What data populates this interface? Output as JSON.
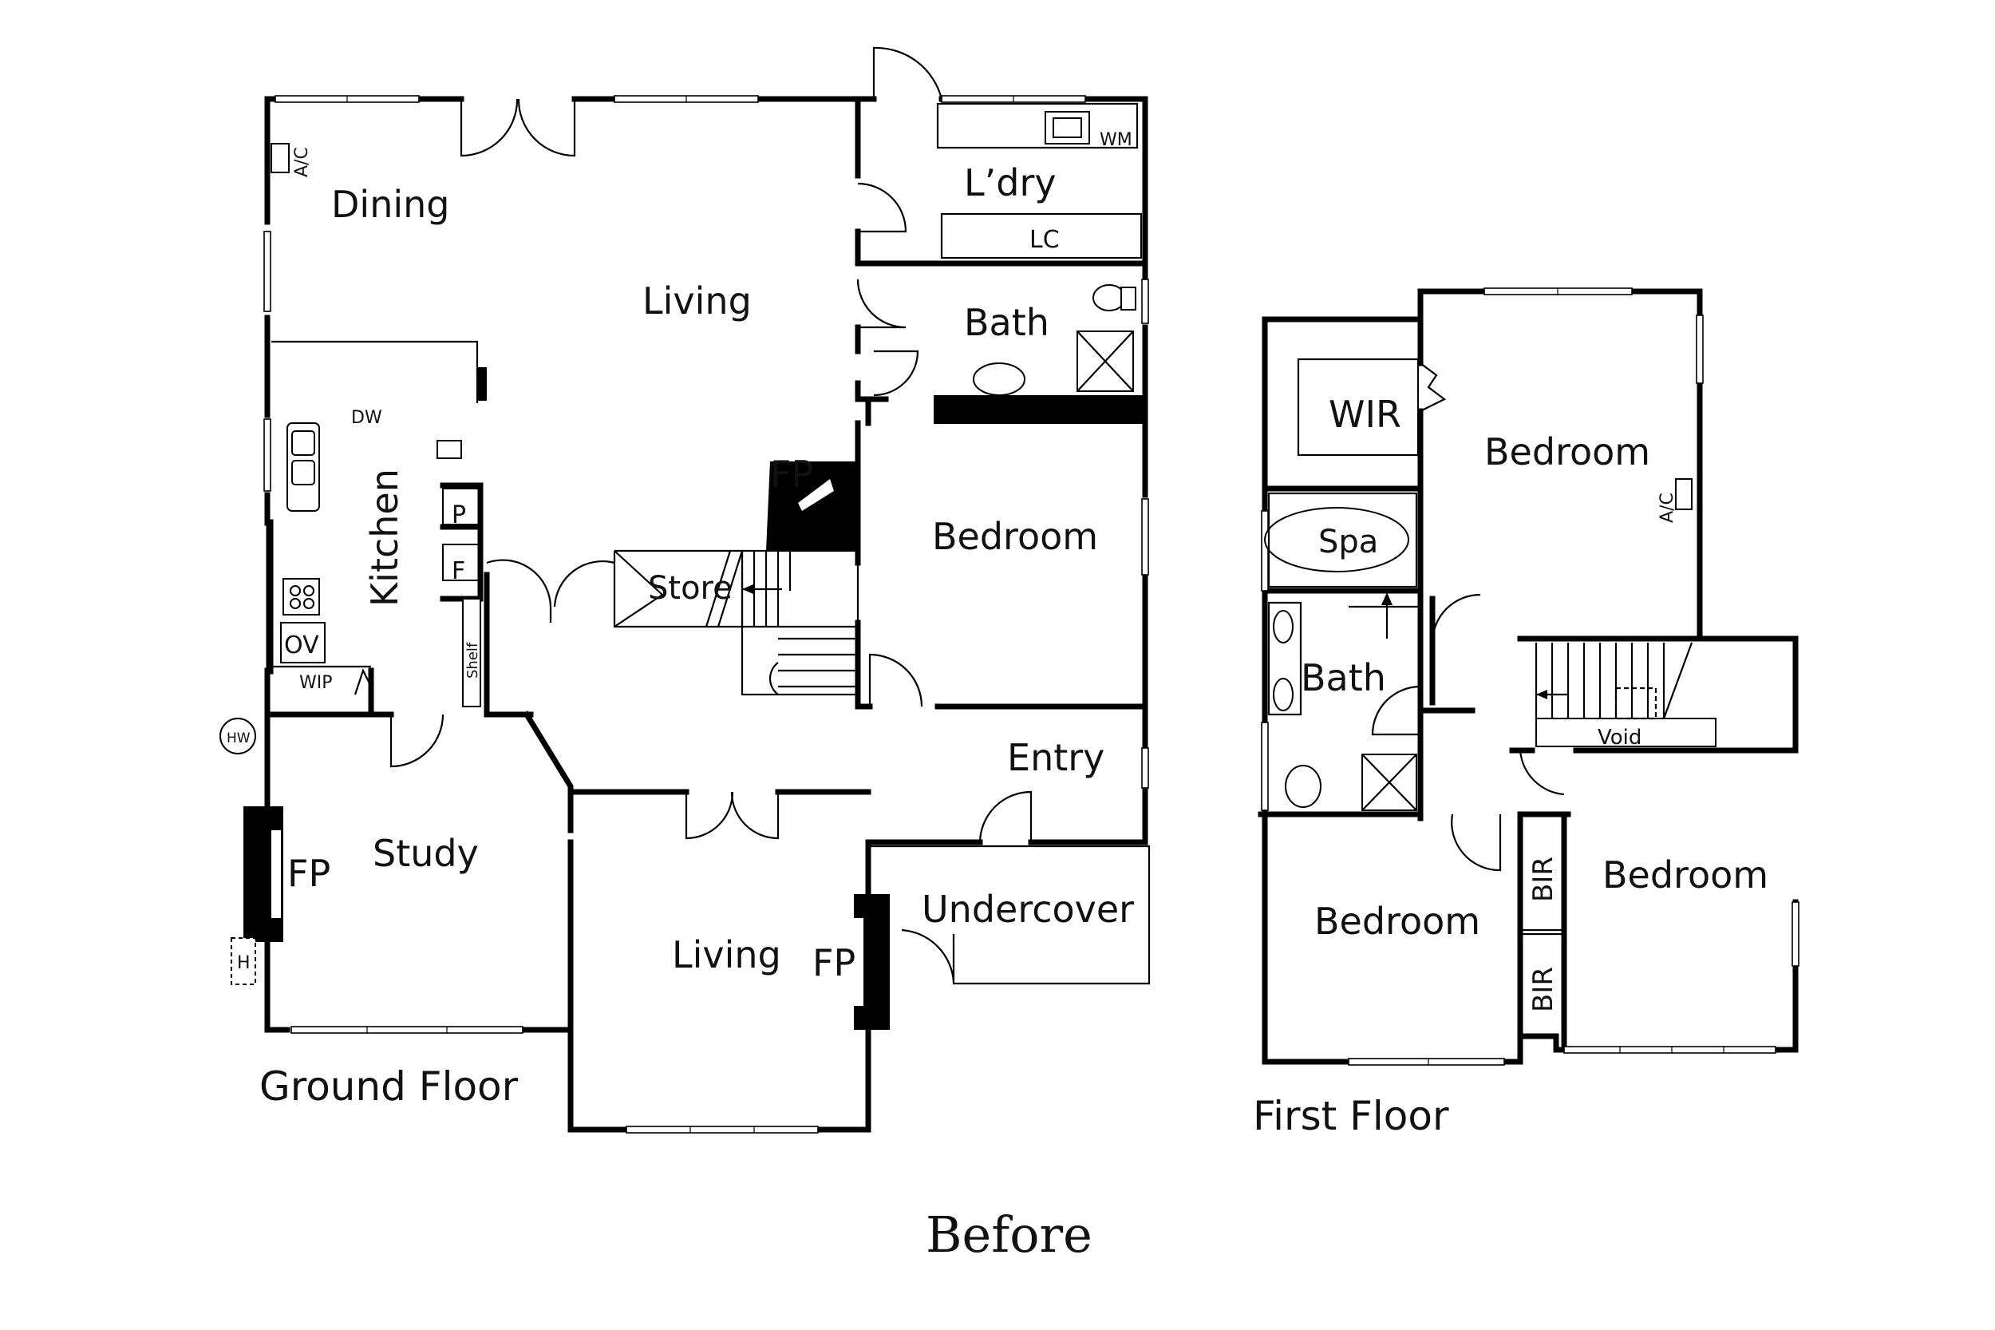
{
  "ground_floor": {
    "title": "Ground Floor",
    "rooms": {
      "dining": "Dining",
      "living_main": "Living",
      "laundry": "L’dry",
      "laundry_cupboard": "LC",
      "washing_machine": "WM",
      "bath": "Bath",
      "kitchen": "Kitchen",
      "dishwasher": "DW",
      "pantry": "P",
      "fridge": "F",
      "oven": "OV",
      "walk_in_pantry": "WIP",
      "shelf": "Shelf",
      "store": "Store",
      "fireplace_living": "FP",
      "bedroom": "Bedroom",
      "entry": "Entry",
      "study": "Study",
      "fireplace_study": "FP",
      "living_second": "Living",
      "fireplace_living_second": "FP",
      "undercover": "Undercover",
      "hot_water": "HW",
      "heater": "H",
      "air_conditioner": "A/C"
    }
  },
  "first_floor": {
    "title": "First Floor",
    "rooms": {
      "walk_in_robe": "WIR",
      "bedroom_main": "Bedroom",
      "air_conditioner": "A/C",
      "spa": "Spa",
      "bath": "Bath",
      "void": "Void",
      "bedroom_left": "Bedroom",
      "bedroom_right": "Bedroom",
      "built_in_robe_1": "BIR",
      "built_in_robe_2": "BIR"
    }
  },
  "caption": "Before"
}
